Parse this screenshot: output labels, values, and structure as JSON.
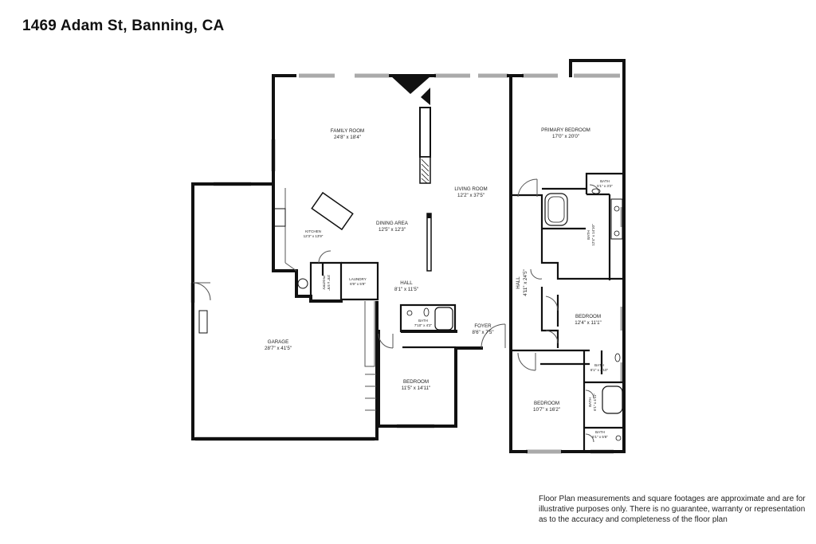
{
  "title": "1469 Adam St, Banning, CA",
  "disclaimer": "Floor Plan measurements and square footages are approximate and are for illustrative purposes only. There is no guarantee, warranty or representation as to the accuracy and completeness of the floor plan",
  "rooms": {
    "family_room": {
      "name": "FAMILY ROOM",
      "dim": "24'8\" x 18'4\""
    },
    "living_room": {
      "name": "LIVING ROOM",
      "dim": "12'2\" x 37'5\""
    },
    "primary_bedroom": {
      "name": "PRIMARY BEDROOM",
      "dim": "17'0\" x 20'0\""
    },
    "dining_area": {
      "name": "DINING AREA",
      "dim": "12'5\" x 12'3\""
    },
    "kitchen": {
      "name": "KITCHEN",
      "dim": "12'3\" x 13'9\""
    },
    "pantry": {
      "name": "PANTRY",
      "dim": "3'8\" x 5'9\""
    },
    "laundry": {
      "name": "LAUNDRY",
      "dim": "6'9\" x 5'9\""
    },
    "hall_center": {
      "name": "HALL",
      "dim": "8'1\" x 11'5\""
    },
    "bath_small": {
      "name": "BATH",
      "dim": "7'10\" x 4'2\""
    },
    "foyer": {
      "name": "FOYER",
      "dim": "8'6\" x 7'5\""
    },
    "garage": {
      "name": "GARAGE",
      "dim": "28'7\" x 41'5\""
    },
    "bedroom_center": {
      "name": "BEDROOM",
      "dim": "11'5\" x 14'11\""
    },
    "hall_east": {
      "name": "HALL",
      "dim": "4'11\" x 24'5\""
    },
    "bedroom_east": {
      "name": "BEDROOM",
      "dim": "12'4\" x 11'1\""
    },
    "bath_primary": {
      "name": "BATH",
      "dim": "12'4\" x 14'10\""
    },
    "bath_wc": {
      "name": "BATH",
      "dim": "5'1\" x 3'2\""
    },
    "bath_east_a": {
      "name": "BATH",
      "dim": "6'1\" x 4'10\""
    },
    "bath_east_b": {
      "name": "BATH",
      "dim": "6'1\" x 4'11\""
    },
    "bath_east_c": {
      "name": "BATH",
      "dim": "6'1\" x 5'8\""
    },
    "bedroom_south": {
      "name": "BEDROOM",
      "dim": "10'7\" x 16'2\""
    }
  }
}
